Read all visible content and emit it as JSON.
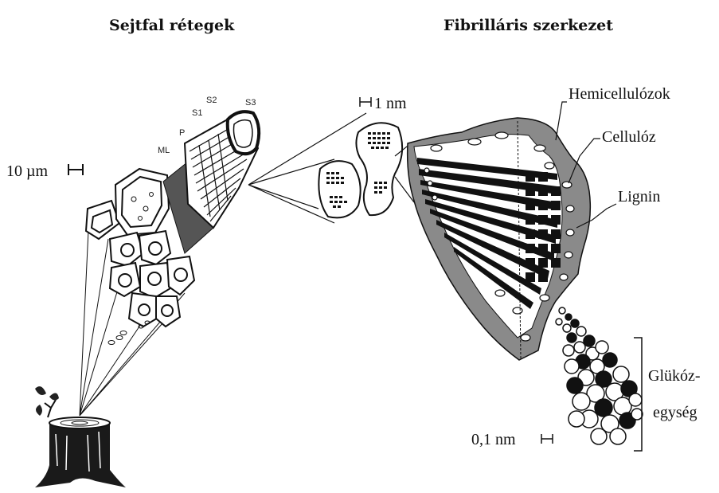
{
  "titles": {
    "left": "Sejtfal rétegek",
    "right": "Fibrilláris szerkezet"
  },
  "scales": {
    "micrometer": "10 µm",
    "nanometer": "1 nm",
    "tenth_nanometer": "0,1 nm"
  },
  "layers": {
    "ml": "ML",
    "p": "P",
    "s1": "S1",
    "s2": "S2",
    "s3": "S3"
  },
  "components": {
    "hemicellulose": "Hemicellulózok",
    "cellulose": "Cellulóz",
    "lignin": "Lignin",
    "glucose_line1": "Glükóz-",
    "glucose_line2": "egység"
  }
}
